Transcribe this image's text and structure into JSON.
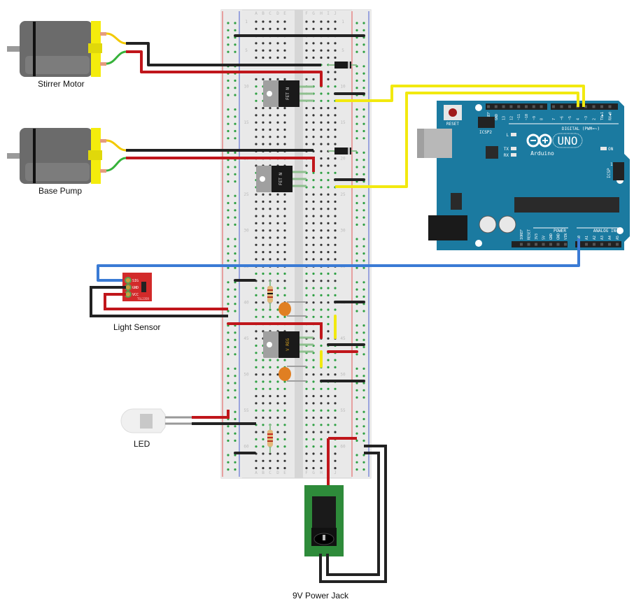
{
  "diagram": {
    "type": "fritzing-breadboard",
    "components": {
      "stirrer_motor": {
        "label": "Stirrer Motor"
      },
      "base_pump": {
        "label": "Base Pump"
      },
      "light_sensor": {
        "label": "Light Sensor",
        "pins": [
          "SIG",
          "GND",
          "VCC"
        ],
        "part_text": "TSL235R"
      },
      "led": {
        "label": "LED"
      },
      "power_jack": {
        "label": "9V Power Jack"
      },
      "mosfet_1": {
        "marking": "FET N"
      },
      "mosfet_2": {
        "marking": "FET N"
      },
      "regulator": {
        "marking": "V REG"
      },
      "arduino": {
        "name": "Arduino",
        "model": "UNO",
        "reset_label": "RESET",
        "icsp2_label": "ICSP2",
        "icsp_label": "ICSP",
        "icsp_pin1": "1",
        "led_l": "L",
        "led_tx": "TX",
        "led_rx": "RX",
        "on_label": "ON",
        "digital_label": "DIGITAL (PWM=~)",
        "power_label": "POWER",
        "analog_label": "ANALOG IN",
        "digital_pins": [
          "AREF",
          "GND",
          "13",
          "12",
          "~11",
          "~10",
          "~9",
          "8",
          "7",
          "~6",
          "~5",
          "4",
          "~3",
          "2",
          "TX▶1",
          "RX◀0"
        ],
        "power_pins": [
          "IOREF",
          "RESET",
          "3V3",
          "5V",
          "GND",
          "GND",
          "VIN"
        ],
        "analog_pins": [
          "A0",
          "A1",
          "A2",
          "A3",
          "A4",
          "A5"
        ]
      }
    },
    "breadboard": {
      "columns_left": [
        "A",
        "B",
        "C",
        "D",
        "E"
      ],
      "columns_right": [
        "F",
        "G",
        "H",
        "I",
        "J"
      ],
      "row_markers": [
        "1",
        "5",
        "10",
        "15",
        "20",
        "25",
        "30",
        "35",
        "40",
        "45",
        "50",
        "55",
        "60"
      ]
    },
    "colors": {
      "wire_black": "#222222",
      "wire_red": "#c0161b",
      "wire_yellow": "#f2e90f",
      "wire_blue": "#3a7bd5",
      "wire_green": "#36b23a",
      "arduino_blue": "#1b7aa0",
      "breadboard": "#e8e8e8",
      "hole_active": "#2ea043",
      "motor_gray": "#6e6e6e",
      "motor_cap": "#f4ec0c",
      "sensor_red": "#d22a2a",
      "jack_green": "#2e8b3a"
    }
  }
}
